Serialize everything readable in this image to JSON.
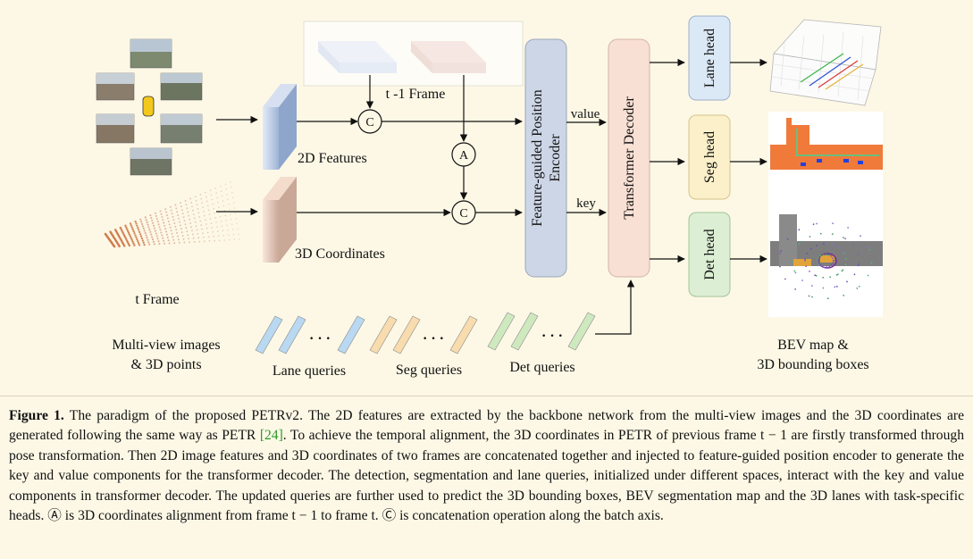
{
  "labels": {
    "prev_frame": "t -1 Frame",
    "features_2d": "2D Features",
    "coords_3d": "3D Coordinates",
    "t_frame": "t  Frame",
    "inputs_line1": "Multi-view images",
    "inputs_line2": "& 3D points",
    "encoder_line1": "Feature-guided Position",
    "encoder_line2": "Encoder",
    "decoder": "Transformer  Decoder",
    "value": "value",
    "key": "key",
    "concat_symbol": "C",
    "align_symbol": "A",
    "lane_head": "Lane head",
    "seg_head": "Seg head",
    "det_head": "Det head",
    "lane_queries": "Lane queries",
    "seg_queries": "Seg queries",
    "det_queries": "Det queries",
    "dots": "· · ·",
    "output_line1": "BEV map &",
    "output_line2": "3D bounding boxes"
  },
  "colors": {
    "background": "#fdf8e6",
    "encoder_fill": "#cdd6e6",
    "decoder_fill": "#f9e0d4",
    "lane_head_fill": "#dbe8f6",
    "seg_head_fill": "#fbf0c9",
    "det_head_fill": "#dcefd4",
    "lane_query": "#b9d8f2",
    "seg_query": "#f8dcae",
    "det_query": "#cfe9bf",
    "features_2d": "#b7c8e6",
    "coords_3d": "#ecc8b4",
    "seg_road": "#f07a3a",
    "reference_link": "#2a9a2a"
  },
  "caption": {
    "fig": "Figure 1.",
    "part1": " The paradigm of the proposed PETRv2. The 2D features are extracted by the backbone network from the multi-view images and the 3D coordinates are generated following the same way as PETR ",
    "ref": "[24]",
    "part2": ". To achieve the temporal alignment, the 3D coordinates in PETR of previous frame t − 1 are firstly transformed through pose transformation. Then 2D image features and 3D coordinates of two frames are concatenated together and injected to feature-guided position encoder to generate the key and value components for the transformer decoder. The detection, segmentation and lane queries, initialized under different spaces, interact with the key and value components in transformer decoder. The updated queries are further used to predict the 3D bounding boxes, BEV segmentation map and the 3D lanes with task-specific heads. Ⓐ is 3D coordinates alignment from frame t − 1 to frame t. Ⓒ is concatenation operation along the batch axis."
  }
}
